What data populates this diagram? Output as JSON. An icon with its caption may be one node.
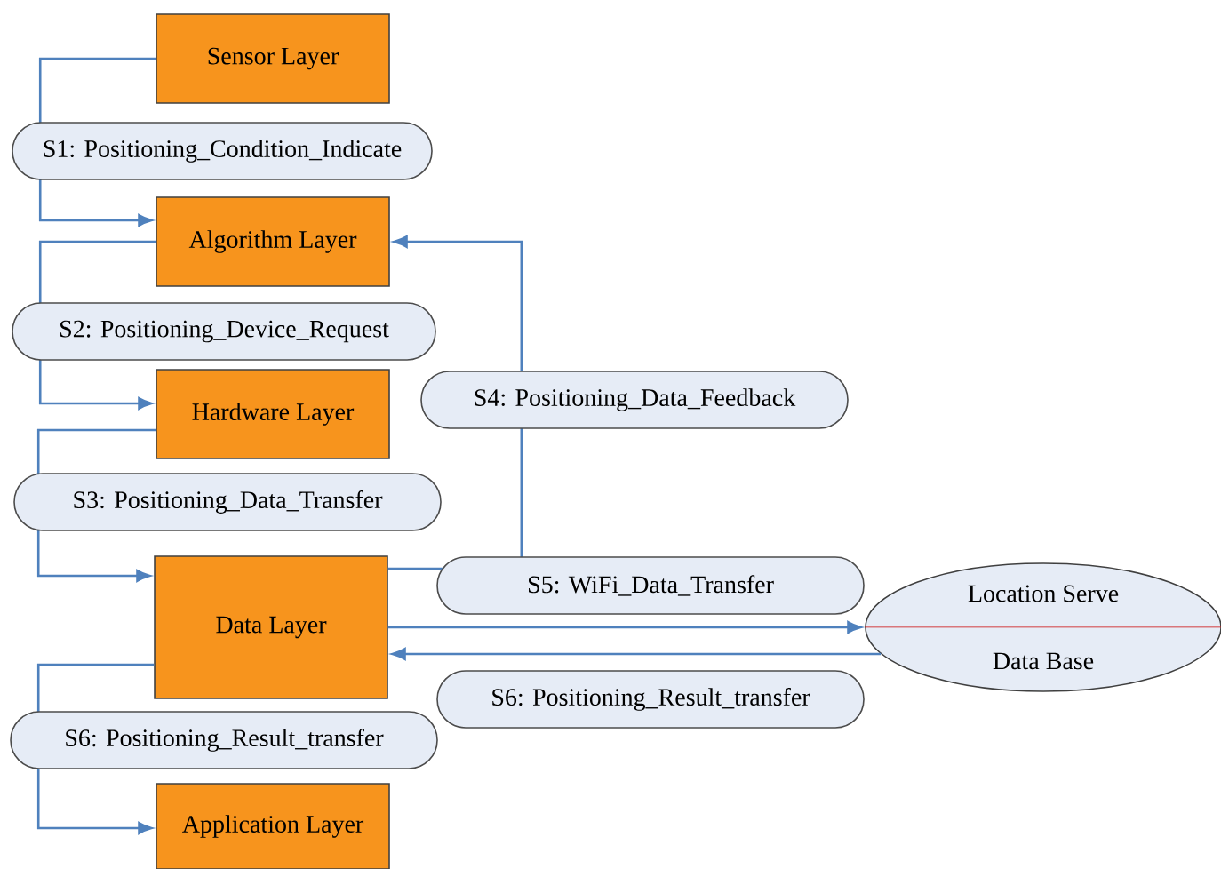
{
  "diagram": {
    "nodes": [
      {
        "text": [
          "Sensor Layer"
        ]
      },
      {
        "text": [
          "Algorithm Layer"
        ]
      },
      {
        "text": [
          "Hardware Layer"
        ]
      },
      {
        "text": [
          "Data Layer"
        ]
      },
      {
        "text": [
          "Application Layer"
        ]
      },
      {
        "text": [
          "Location Serve",
          "Data Base"
        ]
      }
    ],
    "edges": [
      {
        "from": 0,
        "to": 1,
        "arrow": "to",
        "label": "S1: Positioning_Condition_Indicate"
      },
      {
        "from": 1,
        "to": 2,
        "arrow": "to",
        "label": "S2: Positioning_Device_Request"
      },
      {
        "from": 2,
        "to": 3,
        "arrow": "to",
        "label": "S3: Positioning_Data_Transfer"
      },
      {
        "from": 3,
        "to": 1,
        "arrow": "to",
        "label": "S4: Positioning_Data_Feedback"
      },
      {
        "from": 3,
        "to": 5,
        "arrow": "to",
        "label": "S5: WiFi_Data_Transfer"
      },
      {
        "from": 5,
        "to": 3,
        "arrow": "to",
        "label": "S6: Positioning_Result_transfer"
      },
      {
        "from": 3,
        "to": 4,
        "arrow": "to",
        "label": "S6: Positioning_Result_transfer"
      }
    ]
  }
}
